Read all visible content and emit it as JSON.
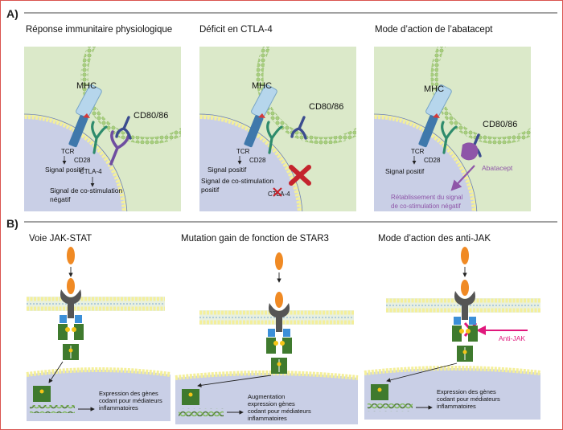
{
  "section_a": {
    "label": "A)",
    "panels": [
      {
        "title": "Réponse immunitaire physiologique",
        "mhc": "MHC",
        "cd80": "CD80/86",
        "tcr": "TCR",
        "cd28": "CD28",
        "ctla4": "CTLA-4",
        "signal_pos": "Signal positif",
        "signal_neg_1": "Signal de co-stimulation",
        "signal_neg_2": "négatif"
      },
      {
        "title": "Déficit en CTLA-4",
        "mhc": "MHC",
        "cd80": "CD80/86",
        "tcr": "TCR",
        "cd28": "CD28",
        "signal_pos": "Signal positif",
        "signal_neg_1": "Signal de co-stimulation",
        "signal_neg_2": "positif",
        "ctla4_crossed": "CTLA-4"
      },
      {
        "title": "Mode d’action de l’abatacept",
        "mhc": "MHC",
        "cd80": "CD80/86",
        "tcr": "TCR",
        "cd28": "CD28",
        "signal_pos": "Signal positif",
        "drug": "Abatacept",
        "restore_1": "Rétablissement du signal",
        "restore_2": "de co-stimulation négatif"
      }
    ]
  },
  "section_b": {
    "label": "B)",
    "panels": [
      {
        "title": "Voie JAK-STAT",
        "expr_lines": [
          "Expression des gènes",
          "codant pour médiateurs",
          "inflammatoires"
        ]
      },
      {
        "title": "Mutation gain de fonction de STAR3",
        "expr_lines": [
          "Augmentation",
          "expression gènes",
          "codant pour médiateurs",
          "inflammatoires"
        ]
      },
      {
        "title": "Mode d’action des anti-JAK",
        "inhibitor": "Anti-JAK",
        "expr_lines": [
          "Expression des gènes",
          "codant pour médiateurs",
          "inflammatoires"
        ]
      }
    ]
  },
  "colors": {
    "frame": "#d9534f",
    "apc": "#dbe9c9",
    "bead_green": "#a9cf7f",
    "tcell": "#c9cfe6",
    "bead_yellow": "#f4ef9a",
    "mhc": "#b6d6ec",
    "tcr": "#3f78ab",
    "cd28": "#2e8b6c",
    "ctla4": "#6f4ea0",
    "cd80": "#3b4c8f",
    "abatacept": "#8e55a8",
    "cross": "#c4242d",
    "ligand": "#f08a24",
    "receptor": "#555555",
    "jak": "#3b8fd8",
    "stat": "#3f7a2e",
    "phospho": "#f5c518",
    "anti_jak": "#e0187c",
    "dna": "#4f7a34"
  }
}
